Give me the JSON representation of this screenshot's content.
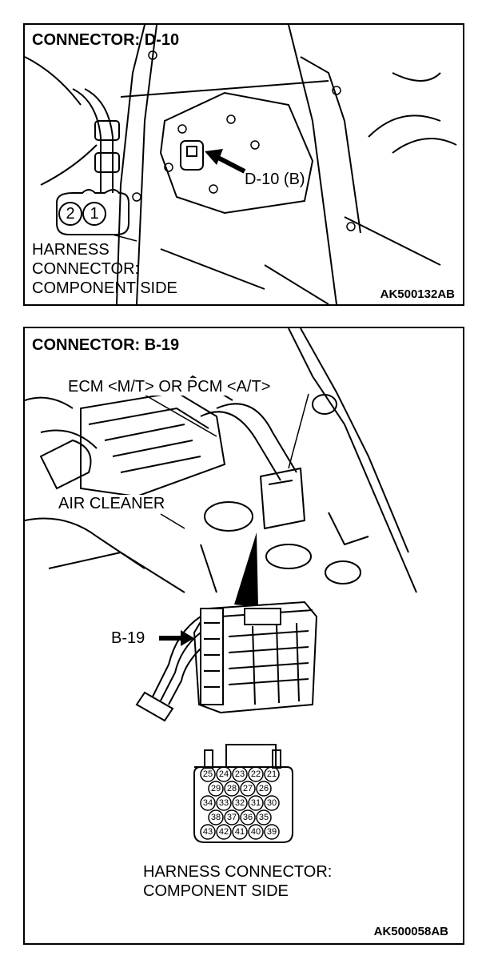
{
  "panel_d10": {
    "title": "CONNECTOR: D-10",
    "callout": "D-10 (B)",
    "harness_line1": "HARNESS",
    "harness_line2": "CONNECTOR:",
    "harness_line3": "COMPONENT SIDE",
    "pins": [
      "2",
      "1"
    ],
    "code": "AK500132AB"
  },
  "panel_b19": {
    "title": "CONNECTOR: B-19",
    "ecm_label": "ECM <M/T> OR PCM <A/T>",
    "air_cleaner": "AIR CLEANER",
    "callout": "B-19",
    "pins_row1": [
      "25",
      "24",
      "23",
      "22",
      "21"
    ],
    "pins_row2": [
      "29",
      "28",
      "27",
      "26"
    ],
    "pins_row3": [
      "34",
      "33",
      "32",
      "31",
      "30"
    ],
    "pins_row4": [
      "38",
      "37",
      "36",
      "35"
    ],
    "pins_row5": [
      "43",
      "42",
      "41",
      "40",
      "39"
    ],
    "harness_line1": "HARNESS CONNECTOR:",
    "harness_line2": "COMPONENT SIDE",
    "code": "AK500058AB"
  }
}
